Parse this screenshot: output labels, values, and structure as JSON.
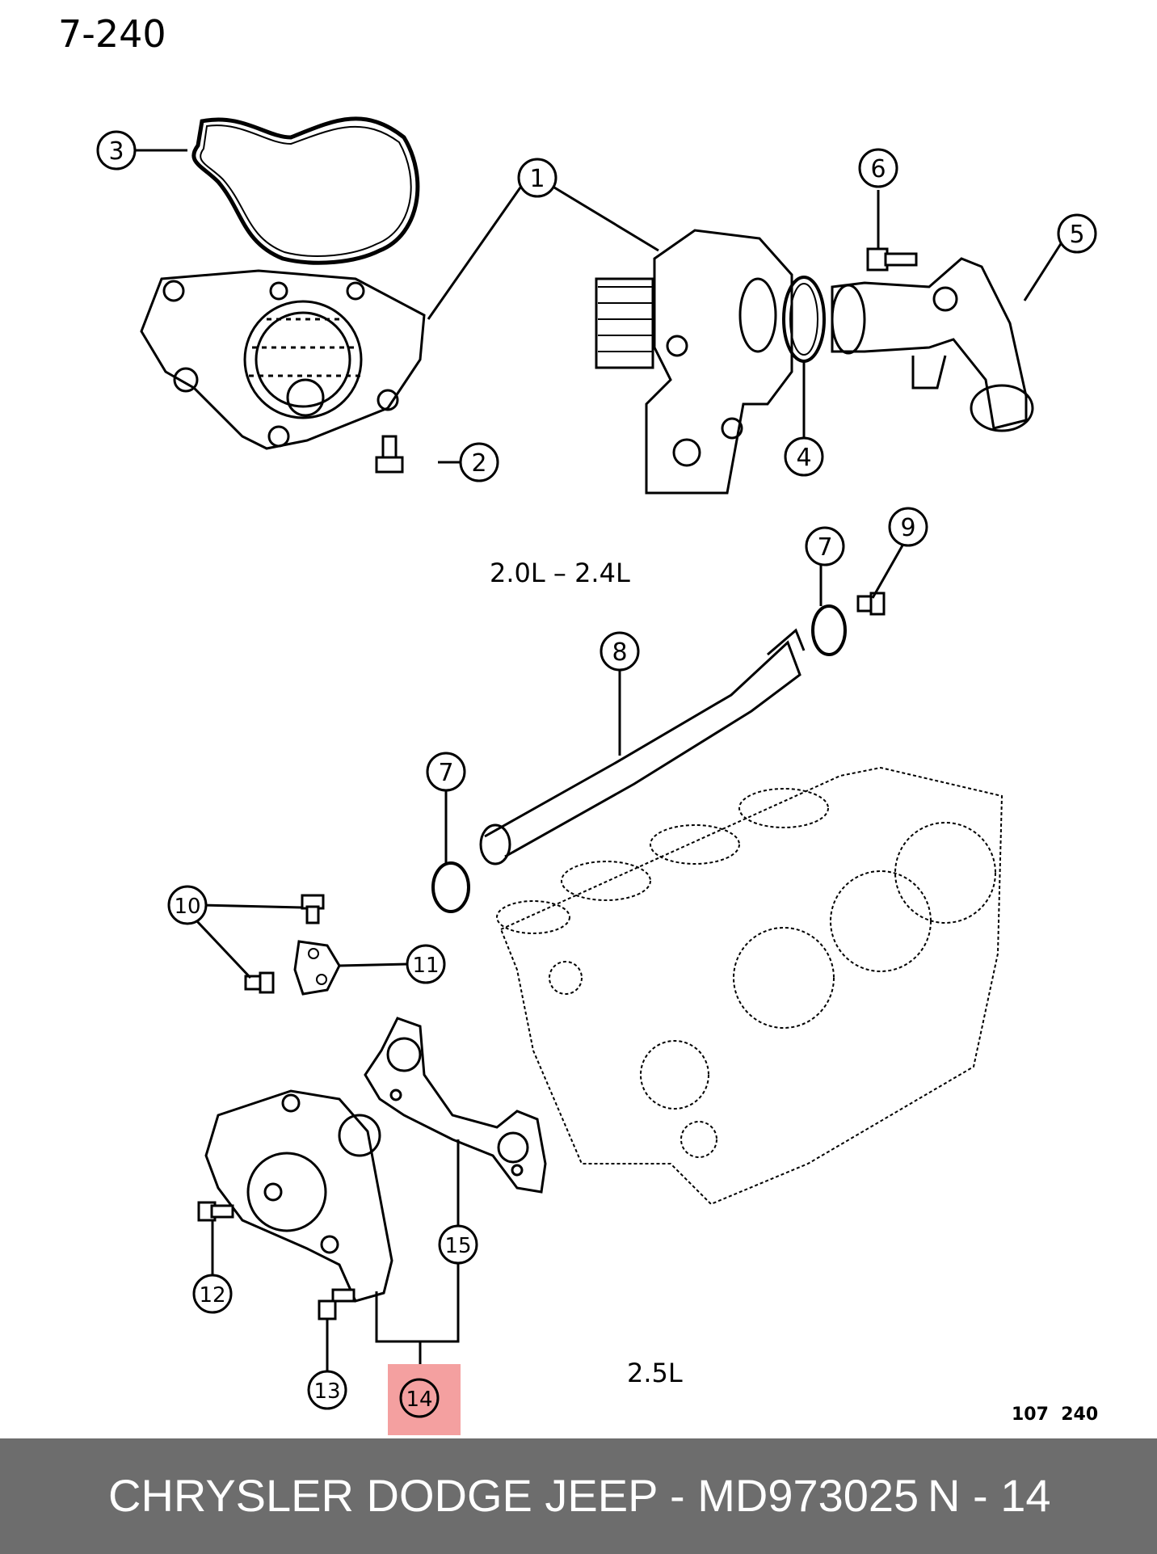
{
  "page_ref": "7-240",
  "figure_code": "107  240",
  "engine_labels": {
    "top": "2.0L  –  2.4L",
    "bottom": "2.5L"
  },
  "callouts": {
    "c1": "1",
    "c2": "2",
    "c3": "3",
    "c4": "4",
    "c5": "5",
    "c6": "6",
    "c7a": "7",
    "c7b": "7",
    "c8": "8",
    "c9": "9",
    "c10": "10",
    "c11": "11",
    "c12": "12",
    "c13": "13",
    "c14": "14",
    "c15": "15"
  },
  "highlight": {
    "callout": "14",
    "color": "#f4a0a0"
  },
  "footer": {
    "brand_part": "CHRYSLER DODGE JEEP - MD973025",
    "position": "N - 14"
  }
}
